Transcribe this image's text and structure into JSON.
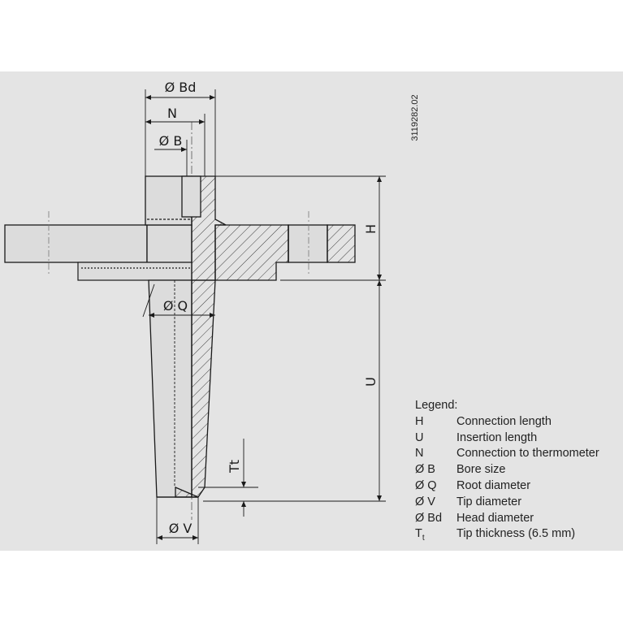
{
  "drawing_number": "3119282.02",
  "dimensions": {
    "bd": "Ø Bd",
    "n": "N",
    "b": "Ø B",
    "h": "H",
    "u": "U",
    "q": "Ø Q",
    "v": "Ø V",
    "tt": "Tt"
  },
  "legend": {
    "title": "Legend:",
    "items": [
      {
        "symbol": "H",
        "desc": "Connection length"
      },
      {
        "symbol": "U",
        "desc": "Insertion length"
      },
      {
        "symbol": "N",
        "desc": "Connection to thermometer"
      },
      {
        "symbol": "Ø B",
        "desc": "Bore size"
      },
      {
        "symbol": "Ø Q",
        "desc": "Root diameter"
      },
      {
        "symbol": "Ø V",
        "desc": "Tip diameter"
      },
      {
        "symbol": "Ø Bd",
        "desc": "Head diameter"
      },
      {
        "symbol": "T",
        "subscript": "t",
        "desc": "Tip thickness (6.5 mm)"
      }
    ]
  }
}
